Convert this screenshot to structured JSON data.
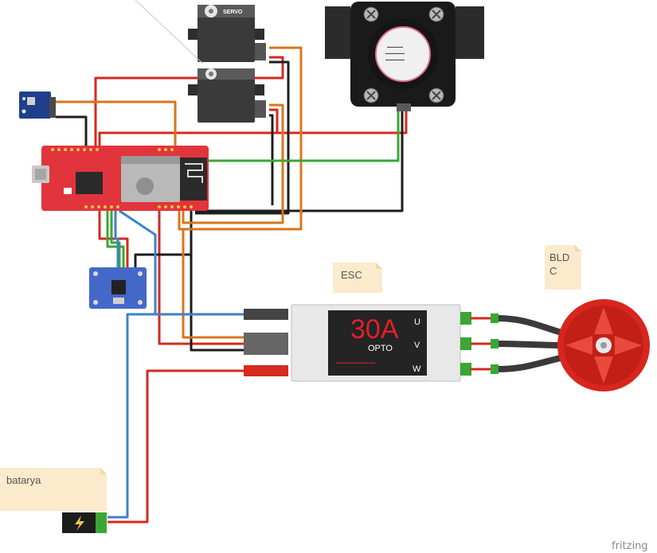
{
  "diagram": {
    "notes": {
      "esc": "ESC",
      "bldc_line1": "BLD",
      "bldc_line2": "C",
      "battery": "batarya"
    },
    "esc_module": {
      "rating": "30A",
      "mode": "OPTO",
      "phase_u": "U",
      "phase_v": "V",
      "phase_w": "W"
    },
    "servo_label": "SERVO",
    "watermark": "fritzing",
    "colors": {
      "wire_red": "#d42a1f",
      "wire_black": "#1d1d1d",
      "wire_orange": "#d9751c",
      "wire_green": "#3aa635",
      "wire_blue": "#3d82c9",
      "note_bg": "#fbeacc",
      "mcu_board": "#e2343c",
      "motor": "#d8261e",
      "imu_board": "#4468c8"
    }
  }
}
